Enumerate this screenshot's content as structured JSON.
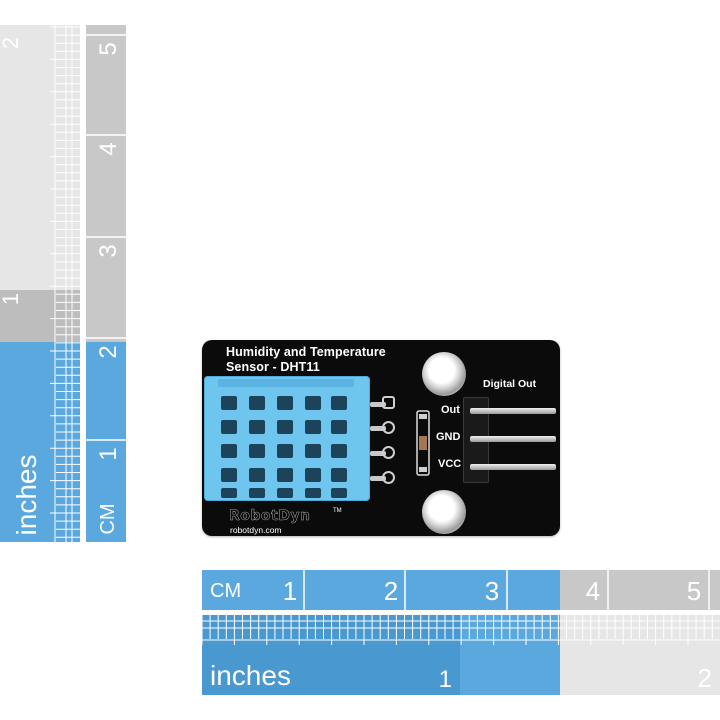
{
  "board": {
    "title_line1": "Humidity and Temperature",
    "title_line2": "Sensor - DHT11",
    "digital_out": "Digital Out",
    "pins": {
      "out": "Out",
      "gnd": "GND",
      "vcc": "VCC"
    },
    "brand": "RobotDyn",
    "brand_tm": "TM",
    "brand_url": "robotdyn.com"
  },
  "vertical_ruler": {
    "unit_inch": "inches",
    "unit_cm": "CM",
    "inch_numbers": [
      "1",
      "2"
    ],
    "cm_numbers": [
      "1",
      "2",
      "3",
      "4",
      "5"
    ]
  },
  "horizontal_ruler": {
    "unit_inch": "inches",
    "unit_cm": "CM",
    "inch_numbers": [
      "1",
      "2"
    ],
    "cm_numbers": [
      "1",
      "2",
      "3",
      "4",
      "5"
    ]
  },
  "colors": {
    "ruler_blue": "#5aa8dd",
    "ruler_blue_dark": "#3f8fc9",
    "ruler_gray": "#c8c8c8",
    "pcb": "#0b0b0b",
    "sensor": "#6ec6ee"
  }
}
